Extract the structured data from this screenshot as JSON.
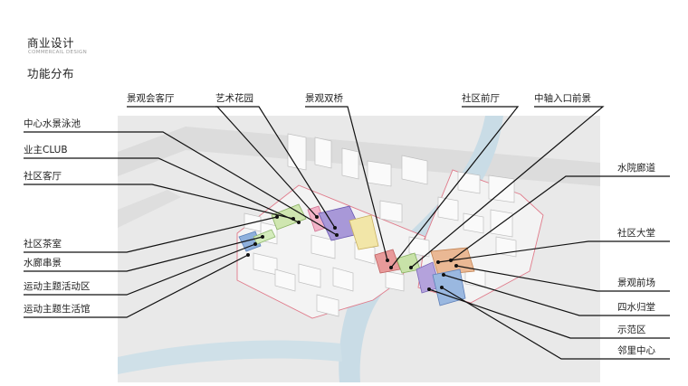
{
  "header": {
    "title": "商业设计",
    "subtitle": "COMMERCAIL DESIGN",
    "section": "功能分布"
  },
  "labels": {
    "top": [
      "景观会客厅",
      "艺术花园",
      "景观双桥",
      "社区前厅",
      "中轴入口前景"
    ],
    "left": [
      "中心水景泳池",
      "业主CLUB",
      "社区客厅",
      "社区茶室",
      "水廊串景",
      "运动主题活动区",
      "运动主题生活馆"
    ],
    "right": [
      "水院廊道",
      "社区大堂",
      "景观前场",
      "四水归堂",
      "示范区",
      "邻里中心"
    ]
  }
}
